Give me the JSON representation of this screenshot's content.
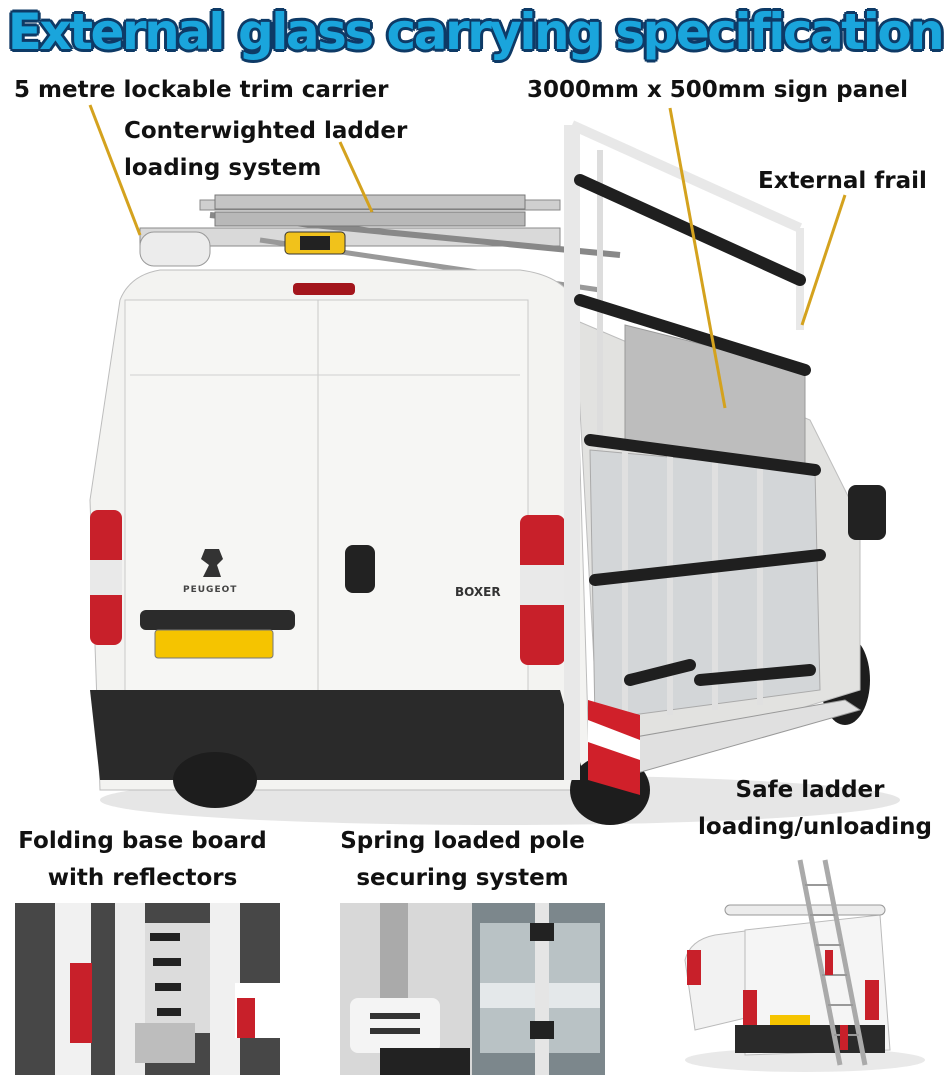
{
  "title": "External glass carrying specification",
  "labels": {
    "trim_carrier": "5 metre lockable trim carrier",
    "sign_panel": "3000mm x 500mm sign panel",
    "ladder_system_1": "Conterwighted ladder",
    "ladder_system_2": "loading system",
    "frail": "External frail",
    "safe_ladder_1": "Safe ladder",
    "safe_ladder_2": "loading/unloading",
    "base_board_1": "Folding base board",
    "base_board_2": "with reflectors",
    "pole_1": "Spring loaded pole",
    "pole_2": "securing system"
  },
  "van": {
    "brand_badge": "PEUGEOT",
    "model_badge": "BOXER"
  },
  "colors": {
    "title_fill": "#1aa5dc",
    "title_outline": "#0e3a66",
    "leader_line": "#d4a21e",
    "van_body": "#f3f3f1",
    "tail_light": "#c8202a",
    "plate": "#f5c400"
  }
}
